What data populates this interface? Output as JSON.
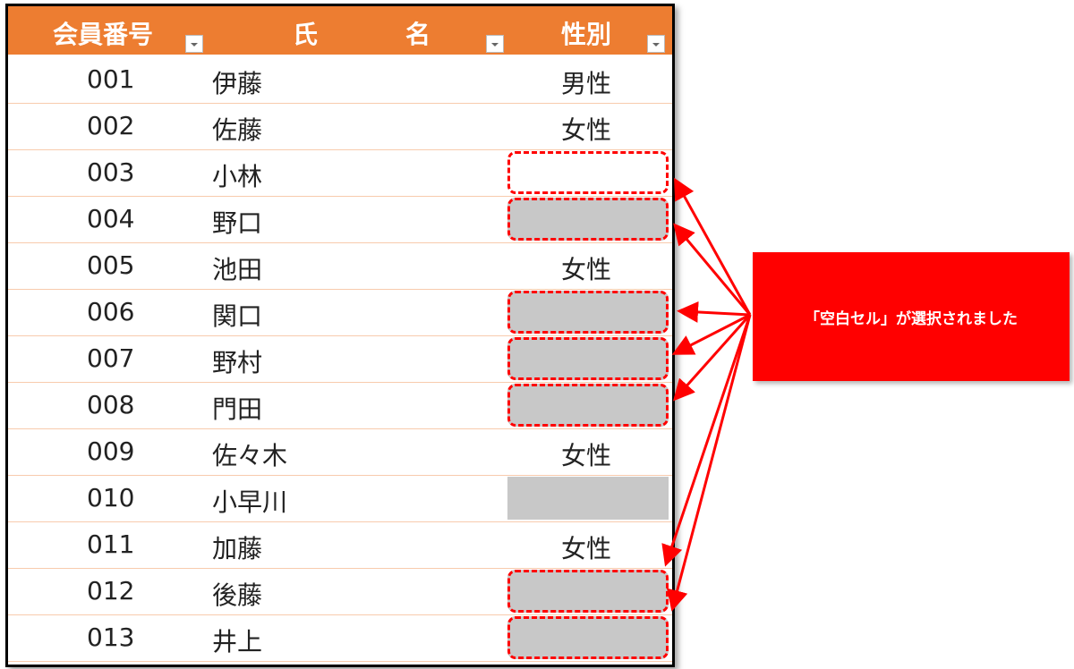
{
  "headers": {
    "id": "会員番号",
    "name_sei": "氏",
    "name_mei": "名",
    "gender": "性別"
  },
  "rows": [
    {
      "id": "001",
      "name": "伊藤",
      "gender": "男性",
      "blank": false,
      "selected": false
    },
    {
      "id": "002",
      "name": "佐藤",
      "gender": "女性",
      "blank": false,
      "selected": false
    },
    {
      "id": "003",
      "name": "小林",
      "gender": "",
      "blank": true,
      "selected": true,
      "active": true
    },
    {
      "id": "004",
      "name": "野口",
      "gender": "",
      "blank": true,
      "selected": true
    },
    {
      "id": "005",
      "name": "池田",
      "gender": "女性",
      "blank": false,
      "selected": false
    },
    {
      "id": "006",
      "name": "関口",
      "gender": "",
      "blank": true,
      "selected": true
    },
    {
      "id": "007",
      "name": "野村",
      "gender": "",
      "blank": true,
      "selected": true
    },
    {
      "id": "008",
      "name": "門田",
      "gender": "",
      "blank": true,
      "selected": true
    },
    {
      "id": "009",
      "name": "佐々木",
      "gender": "女性",
      "blank": false,
      "selected": false
    },
    {
      "id": "010",
      "name": "小早川",
      "gender": "",
      "blank": true,
      "selected": false
    },
    {
      "id": "011",
      "name": "加藤",
      "gender": "女性",
      "blank": false,
      "selected": false
    },
    {
      "id": "012",
      "name": "後藤",
      "gender": "",
      "blank": true,
      "selected": true
    },
    {
      "id": "013",
      "name": "井上",
      "gender": "",
      "blank": true,
      "selected": true
    }
  ],
  "callout": {
    "text": "「空白セル」が選択されました",
    "color": "#ff0000"
  },
  "colors": {
    "header": "#ed7d31",
    "row_border": "#f8cbad",
    "selection": "#ff0000",
    "blank_fill": "#c8c8c8"
  }
}
